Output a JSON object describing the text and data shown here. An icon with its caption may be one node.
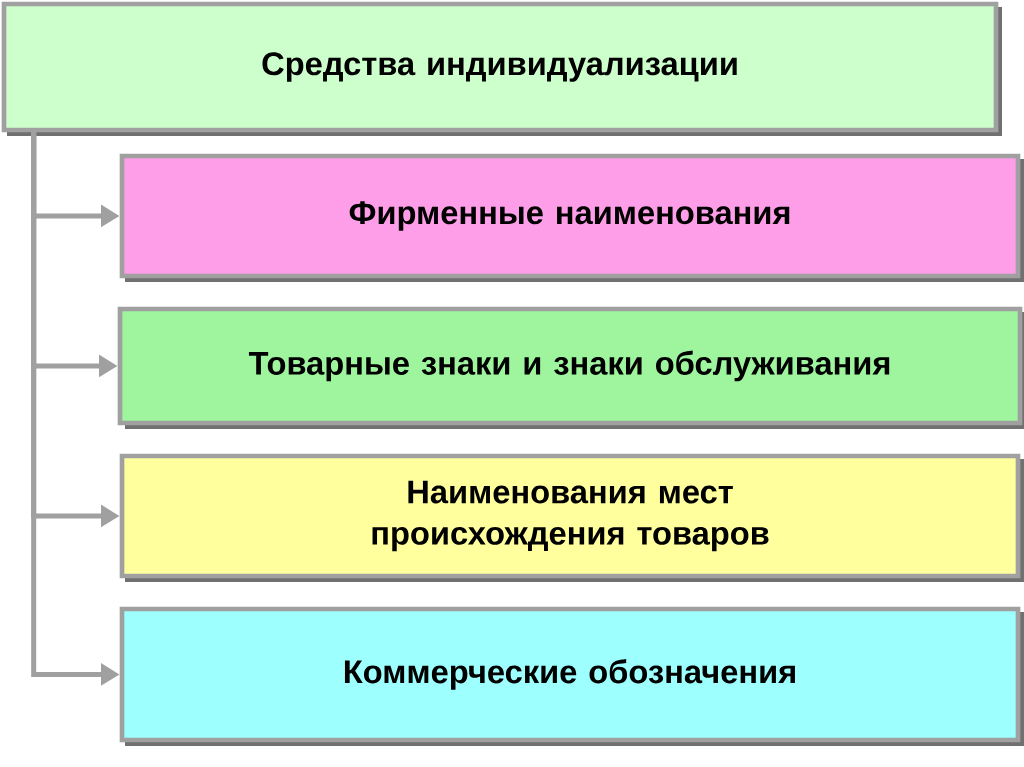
{
  "diagram": {
    "nodes": [
      {
        "text": [
          "Средства индивидуализации"
        ]
      },
      {
        "text": [
          "Фирменные наименования"
        ]
      },
      {
        "text": [
          "Товарные знаки и знаки обслуживания"
        ]
      },
      {
        "text": [
          "Наименования мест происхождения товаров"
        ]
      },
      {
        "text": [
          "Коммерческие обозначения"
        ]
      }
    ],
    "edges": [
      {
        "from": 0,
        "to": 1,
        "arrow": "to"
      },
      {
        "from": 0,
        "to": 2,
        "arrow": "to"
      },
      {
        "from": 0,
        "to": 3,
        "arrow": "to"
      },
      {
        "from": 0,
        "to": 4,
        "arrow": "to"
      }
    ]
  }
}
